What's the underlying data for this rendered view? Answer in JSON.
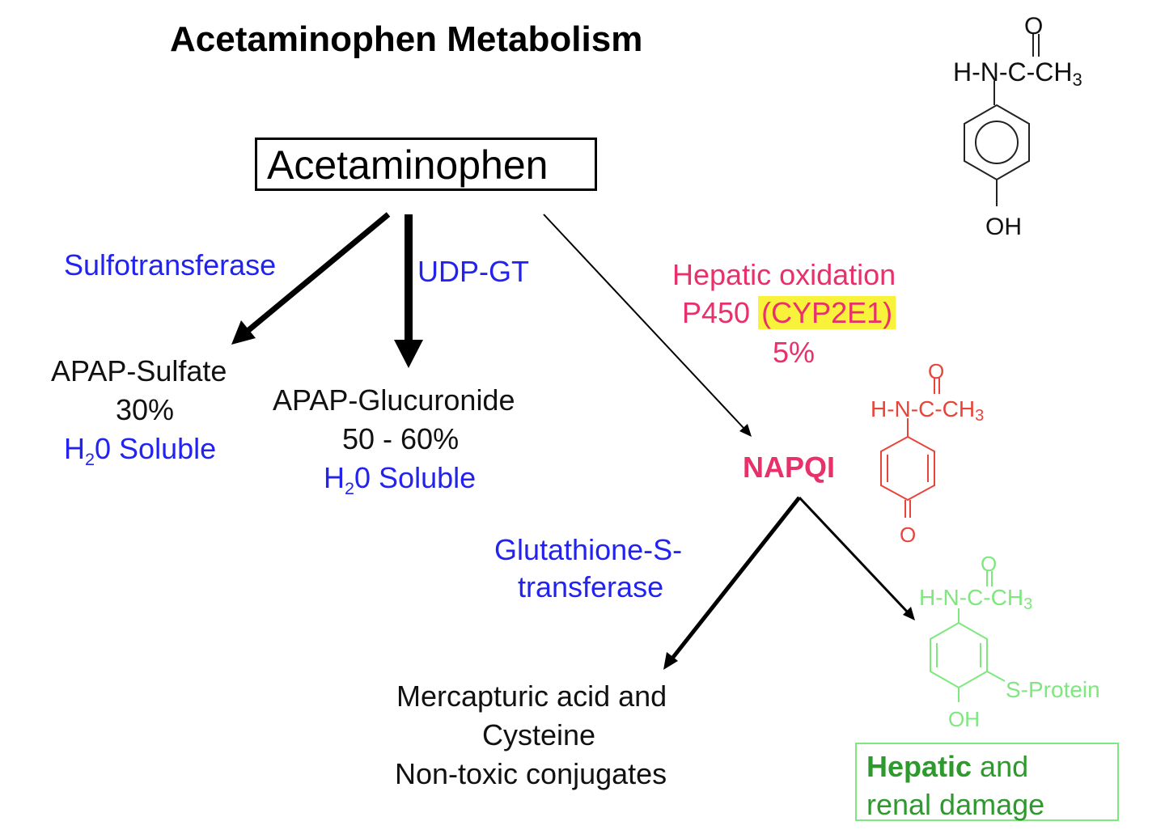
{
  "title": "Acetaminophen Metabolism",
  "root": "Acetaminophen",
  "edges": {
    "sulfo": "Sulfotransferase",
    "udp": "UDP-GT",
    "hepatic_line1": "Hepatic oxidation",
    "hepatic_line2_pre": "P450",
    "hepatic_line2_hl": "(CYP2E1)",
    "hepatic_line3": "5%",
    "gst_line1": "Glutathione-S-",
    "gst_line2": "transferase"
  },
  "products": {
    "sulfate_name": "APAP-Sulfate",
    "sulfate_pct": "30%",
    "sulfate_sol_pre": "H",
    "sulfate_sol_sub": "2",
    "sulfate_sol_post": "0 Soluble",
    "gluc_name": "APAP-Glucuronide",
    "gluc_pct": "50 - 60%",
    "gluc_sol_pre": "H",
    "gluc_sol_sub": "2",
    "gluc_sol_post": "0 Soluble",
    "napqi": "NAPQI",
    "merc_line1": "Mercapturic acid and",
    "merc_line2": "Cysteine",
    "merc_line3": "Non-toxic conjugates",
    "damage_bold": "Hepatic",
    "damage_rest": " and",
    "damage_line2": "renal damage"
  },
  "structures": {
    "apap": {
      "o": "O",
      "chain": "H-N-C-CH",
      "sub": "3",
      "oh": "OH"
    },
    "napqi": {
      "o": "O",
      "chain": "H-N-C-CH",
      "sub": "3",
      "o_bottom": "O"
    },
    "adduct": {
      "o": "O",
      "chain": "H-N-C-CH",
      "sub": "3",
      "s": "S-Protein",
      "oh": "OH"
    }
  },
  "colors": {
    "enzyme": "#2323f0",
    "hepatic": "#e8306a",
    "napqi_struct": "#e8453a",
    "adduct": "#7ee87e",
    "damage_text": "#2e9a2e",
    "highlight": "#f8f23a"
  }
}
